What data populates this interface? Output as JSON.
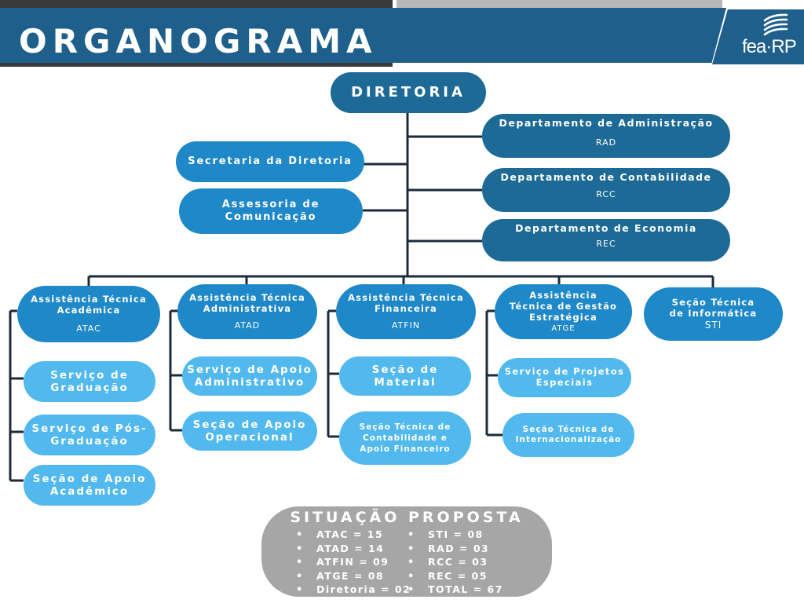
{
  "header": {
    "title": "ORGANOGRAMA",
    "logo_text": "fea·RP",
    "colors": {
      "primary": "#1f5f8b",
      "dark_stripe": "#3a3a3a",
      "gray_stripe": "#b8b8b8"
    }
  },
  "top": {
    "label": "DIRETORIA"
  },
  "staff": [
    {
      "label": "Secretaria da Diretoria"
    },
    {
      "label": "Assessoria de Comunicação"
    }
  ],
  "departments": [
    {
      "label": "Departamento de Administração",
      "abbr": "RAD"
    },
    {
      "label": "Departamento de Contabilidade",
      "abbr": "RCC"
    },
    {
      "label": "Departamento de Economia",
      "abbr": "REC"
    }
  ],
  "assistances": [
    {
      "label": "Assistência Técnica Acadêmica",
      "abbr": "ATAC",
      "children": [
        "Serviço de Graduação",
        "Serviço de Pós-Graduação",
        "Seção de Apoio Acadêmico"
      ]
    },
    {
      "label": "Assistência Técnica Administrativa",
      "abbr": "ATAD",
      "children": [
        "Serviço de Apoio Administrativo",
        "Seção de Apoio Operacional"
      ]
    },
    {
      "label": "Assistência Técnica Financeira",
      "abbr": "ATFIN",
      "children": [
        "Seção de Material",
        "Seção Técnica de Contabilidade e Apoio Financeiro"
      ]
    },
    {
      "label": "Assistência Técnica de Gestão Estratégica",
      "abbr": "ATGE",
      "children": [
        "Serviço de Projetos Especiais",
        "Seção Técnica de Internacionalização"
      ]
    },
    {
      "label": "Seção Técnica de Informática",
      "abbr": "STI",
      "children": []
    }
  ],
  "situacao": {
    "title": "SITUAÇÃO PROPOSTA",
    "left": [
      "ATAC = 15",
      "ATAD = 14",
      "ATFIN = 09",
      "ATGE = 08",
      "Diretoria = 02"
    ],
    "right": [
      "STI = 08",
      "RAD = 03",
      "RCC = 03",
      "REC = 05",
      "TOTAL = 67"
    ]
  },
  "colors": {
    "box_dark": "#1d6a96",
    "box_medium": "#1e88c9",
    "box_light": "#51b9ee",
    "lines": "#1c2b3a",
    "situacao_bg": "#a6a6a6"
  }
}
